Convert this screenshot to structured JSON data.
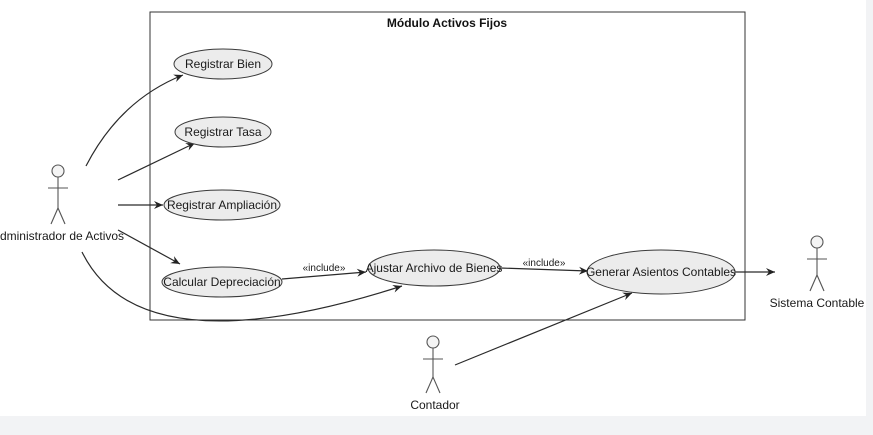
{
  "diagram": {
    "system_boundary": {
      "title": "Módulo Activos Fijos"
    },
    "actors": {
      "administrador": {
        "label": "Administrador de Activos"
      },
      "sistema_contable": {
        "label": "Sistema Contable"
      },
      "contador": {
        "label": "Contador"
      }
    },
    "use_cases": {
      "registrar_bien": {
        "label": "Registrar Bien"
      },
      "registrar_tasa": {
        "label": "Registrar Tasa"
      },
      "registrar_ampliacion": {
        "label": "Registrar Ampliación"
      },
      "calcular_depreciacion": {
        "label": "Calcular Depreciación"
      },
      "ajustar_archivo": {
        "label": "Ajustar Archivo de Bienes"
      },
      "generar_asientos": {
        "label": "Generar Asientos Contables"
      }
    },
    "relations": {
      "include_1": {
        "label": "«include»"
      },
      "include_2": {
        "label": "«include»"
      }
    },
    "colors": {
      "usecase_fill": "#ececec",
      "stroke": "#3a3a3a",
      "boundary": "#333333"
    }
  }
}
